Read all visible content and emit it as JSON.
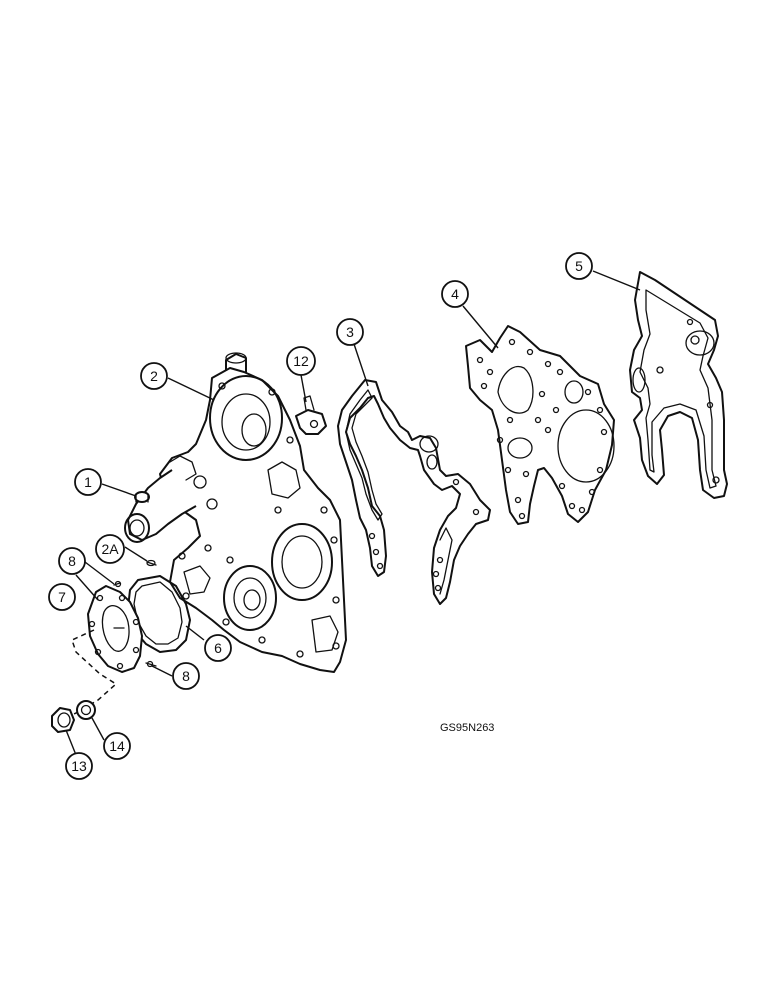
{
  "figure_code": "GS95N263",
  "callouts": {
    "c1": "1",
    "c2": "2",
    "c2a": "2A",
    "c3": "3",
    "c4": "4",
    "c5": "5",
    "c6": "6",
    "c7": "7",
    "c8a": "8",
    "c8b": "8",
    "c12": "12",
    "c13": "13",
    "c14": "14"
  }
}
